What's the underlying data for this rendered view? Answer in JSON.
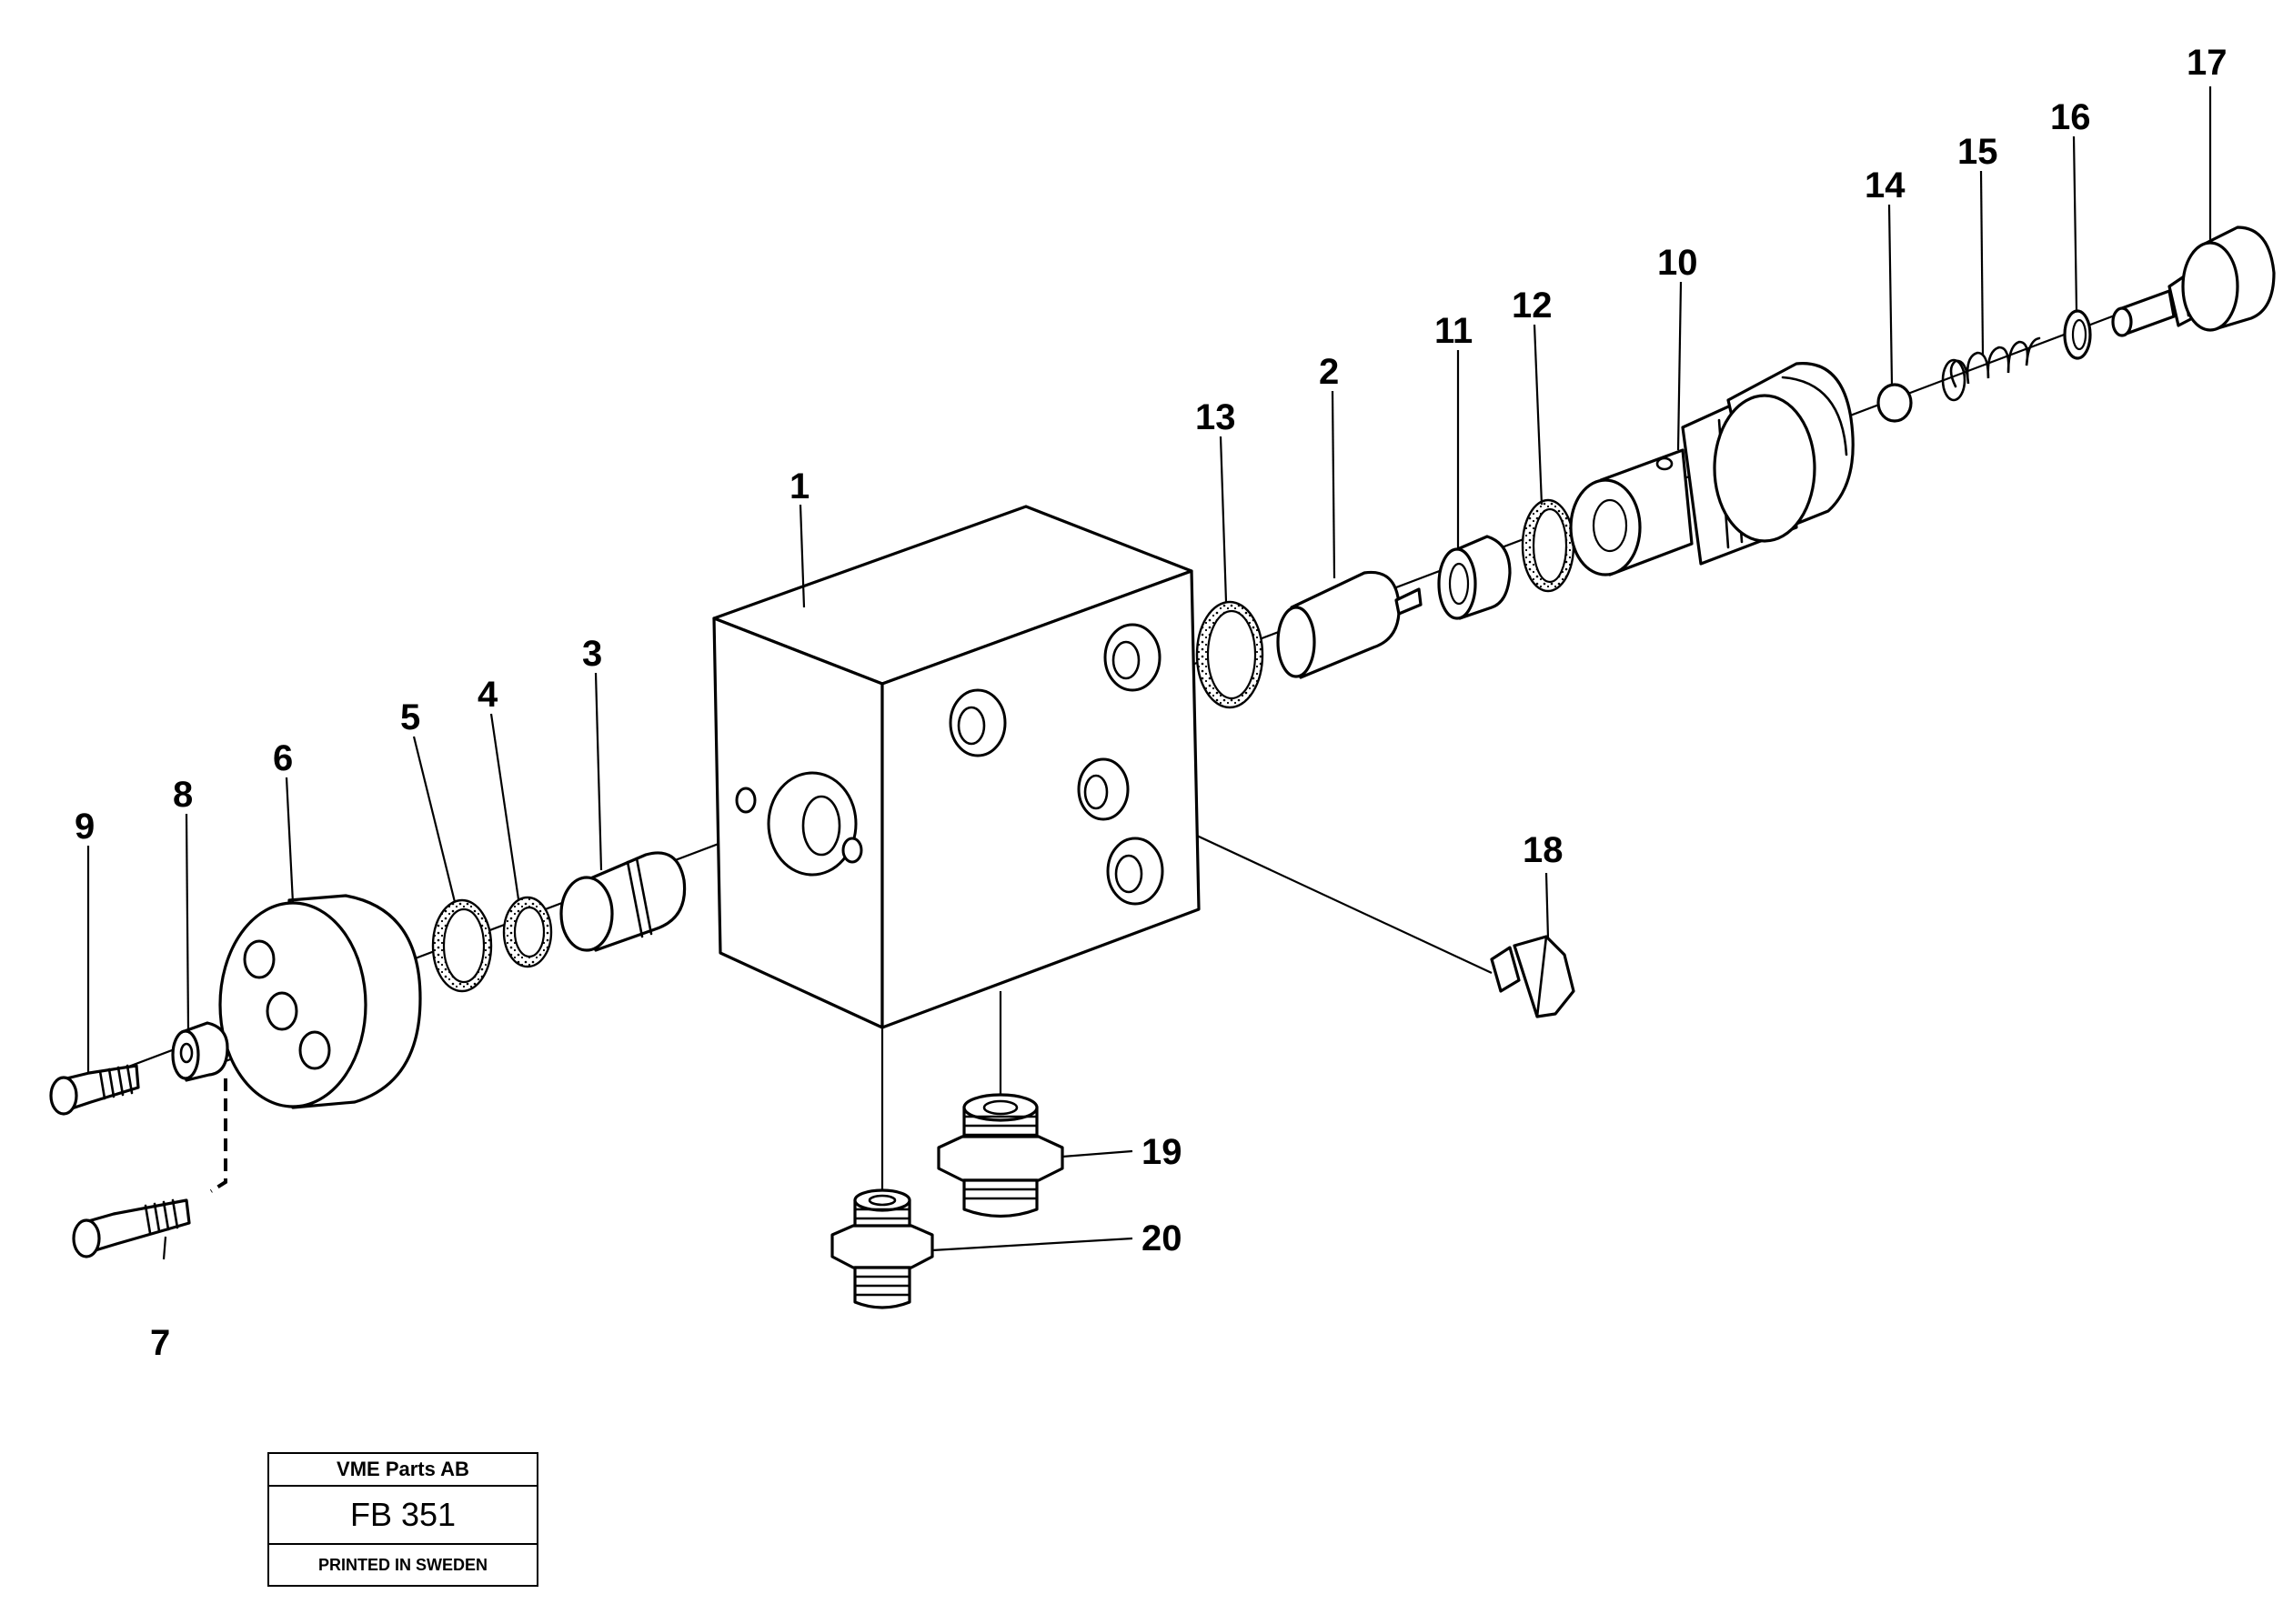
{
  "callouts": {
    "c1": "1",
    "c2": "2",
    "c3": "3",
    "c4": "4",
    "c5": "5",
    "c6": "6",
    "c7": "7",
    "c8": "8",
    "c9": "9",
    "c10": "10",
    "c11": "11",
    "c12": "12",
    "c13": "13",
    "c14": "14",
    "c15": "15",
    "c16": "16",
    "c17": "17",
    "c18": "18",
    "c19": "19",
    "c20": "20"
  },
  "title_block": {
    "company": "VME Parts AB",
    "code": "FB 351",
    "printed": "PRINTED IN SWEDEN"
  },
  "colors": {
    "ink": "#000000",
    "paper": "#ffffff"
  }
}
